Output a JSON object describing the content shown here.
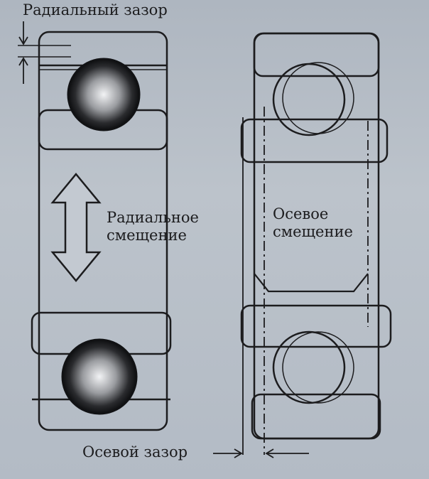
{
  "diagram": {
    "radial_clearance_label": "Радиальный зазор",
    "radial_shift_line1": "Радиальное",
    "radial_shift_line2": "смещение",
    "axial_shift_line1": "Осевое",
    "axial_shift_line2": "смещение",
    "axial_clearance_label": "Осевой зазор"
  },
  "colors": {
    "paper": "#b9bfc8",
    "ink": "#1c1c1e",
    "ball_dark": "#111214",
    "ball_light": "#e8eaee"
  }
}
